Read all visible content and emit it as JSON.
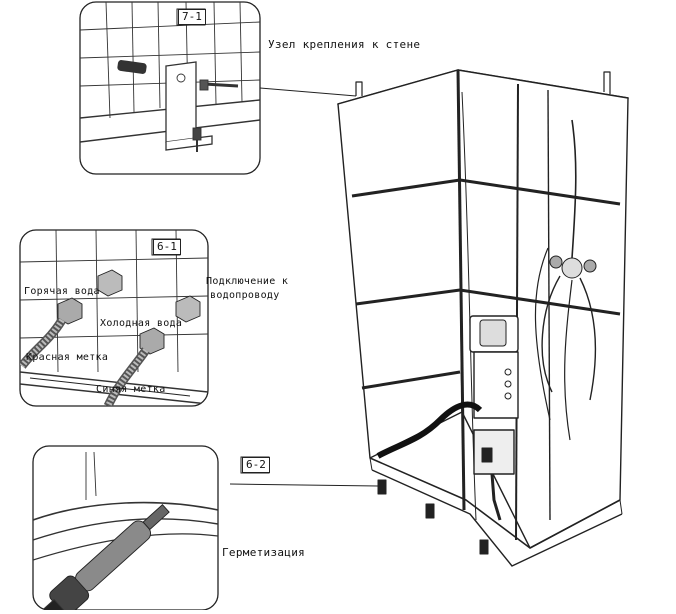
{
  "labels": {
    "wall_mount_tag": "7-1",
    "wall_mount_caption": "Узел крепления к стене",
    "water_tag": "6-1",
    "water_caption_line1": "Подключение к",
    "water_caption_line2": "водопроводу",
    "hot_water": "Горячая вода",
    "cold_water": "Холодная вода",
    "red_mark": "Красная метка",
    "blue_mark": "Синяя метка",
    "seal_tag": "6-2",
    "seal_caption": "Герметизация"
  },
  "colors": {
    "line": "#222222",
    "tile_grid": "#333333",
    "panel_fill": "#ffffff",
    "hose_dark": "#111111",
    "metal_gray": "#9a9a9a"
  }
}
